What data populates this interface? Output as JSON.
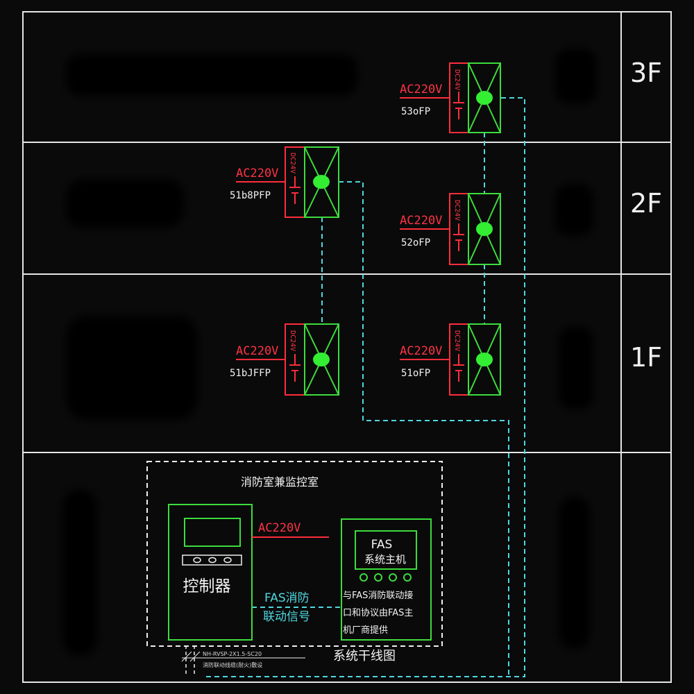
{
  "floors": [
    "3F",
    "2F",
    "1F"
  ],
  "devices": [
    {
      "id": "d3",
      "voltage": "AC220V",
      "code": "53oFP",
      "vert": "DC24V"
    },
    {
      "id": "d2a",
      "voltage": "AC220V",
      "code": "51b8PFP",
      "vert": "DC24V"
    },
    {
      "id": "d2b",
      "voltage": "AC220V",
      "code": "52oFP",
      "vert": "DC24V"
    },
    {
      "id": "d1a",
      "voltage": "AC220V",
      "code": "51bJFFP",
      "vert": "DC24V"
    },
    {
      "id": "d1b",
      "voltage": "AC220V",
      "code": "51oFP",
      "vert": "DC24V"
    }
  ],
  "control_room": {
    "title": "消防室兼监控室",
    "controller_label": "控制器",
    "supply_label": "AC220V",
    "signal_label_1": "FAS消防",
    "signal_label_2": "联动信号",
    "fas_title": "FAS",
    "fas_subtitle": "系统主机",
    "fas_note_1": "与FAS消防联动接",
    "fas_note_2": "口和协议由FAS主",
    "fas_note_3": "机厂商提供",
    "cable_label": "NH-RVSP-2X1.5-SC20",
    "cable_note": "消防联动线缆(耐火)敷设"
  },
  "diagram_caption": "系统干线图",
  "colors": {
    "background": "#0a0a0a",
    "frame": "#e6e6e6",
    "device_red": "#ff2d3c",
    "device_green": "#3ddc3d",
    "lamp_green": "#33ee33",
    "dashed_cyan": "#4fd8e0",
    "dashed_white": "#f0f0f0"
  }
}
